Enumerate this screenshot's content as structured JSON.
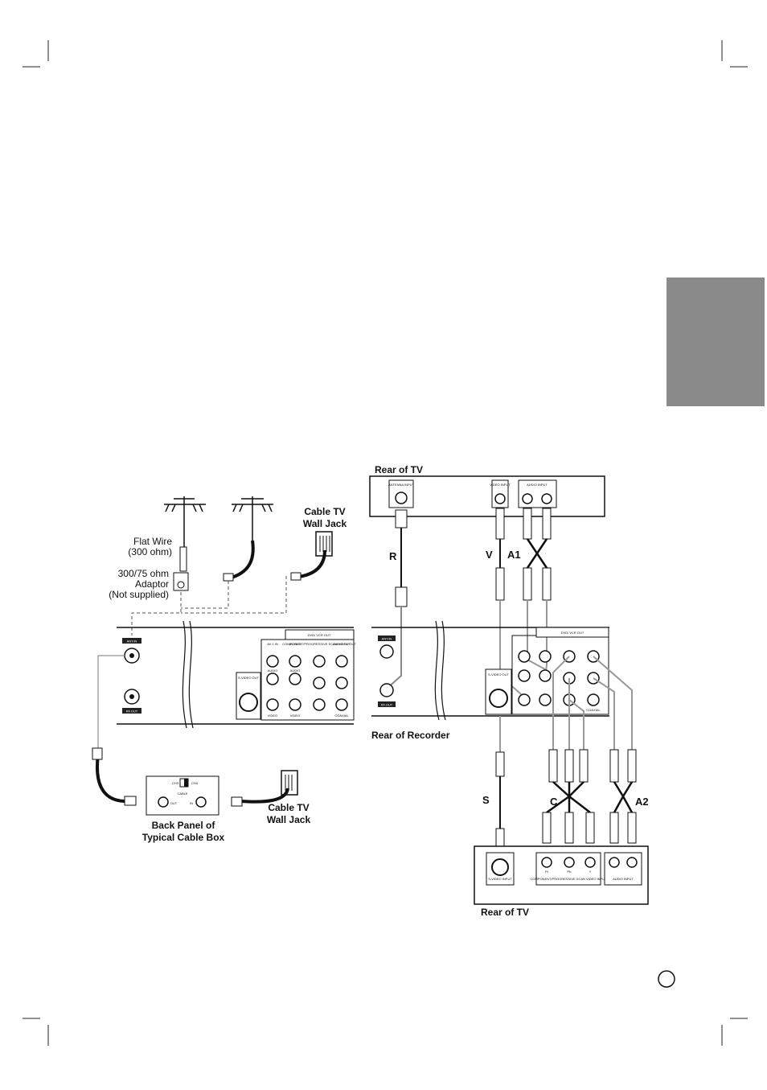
{
  "left": {
    "flat_wire": [
      "Flat Wire",
      "(300 ohm)"
    ],
    "adaptor": [
      "300/75 ohm",
      "Adaptor",
      "(Not supplied)"
    ],
    "cable_wall_jack_top": [
      "Cable TV",
      "Wall Jack"
    ],
    "cable_wall_jack_bottom": [
      "Cable TV",
      "Wall Jack"
    ],
    "cable_box_caption": [
      "Back Panel of",
      "Typical Cable Box"
    ],
    "cable_box": {
      "ch3": "CH3",
      "ch4": "CH4",
      "cable": "CABLE",
      "out": "OUT",
      "in": "IN"
    },
    "panel": {
      "ant_in": "ANT.IN",
      "rf_out": "RF.OUT",
      "dvd_vcr_out": "DVD/ VCR OUT",
      "av1_in": "AV 1 IN",
      "av_out": "AV OUT",
      "component": "COMPONENT/PROGRESSIVE SCAN VIDEO OUT",
      "audio_out": "AUDIO OUT",
      "s_video_out": "S-VIDEO OUT",
      "video": "VIDEO",
      "audio": "AUDIO",
      "coaxial": "COAXIAL"
    }
  },
  "right": {
    "rear_tv_top": "Rear of TV",
    "rear_recorder": "Rear of Recorder",
    "rear_tv_bottom": "Rear of TV",
    "tv_top": {
      "antenna_input": "ANTENNA INPUT",
      "video_input": "VIDEO INPUT",
      "audio_input": "AUDIO INPUT"
    },
    "tv_bottom": {
      "s_video_input": "S-VIDEO INPUT",
      "component_input": "COMPONENT/PROGRESSIVE SCAN VIDEO INPUT",
      "audio_input": "AUDIO INPUT",
      "pr": "Pr",
      "pb": "Pb",
      "y": "Y"
    },
    "cables": {
      "r": "R",
      "v": "V",
      "a1": "A1",
      "s": "S",
      "c": "C",
      "a2": "A2"
    }
  },
  "page_number_badge": ""
}
